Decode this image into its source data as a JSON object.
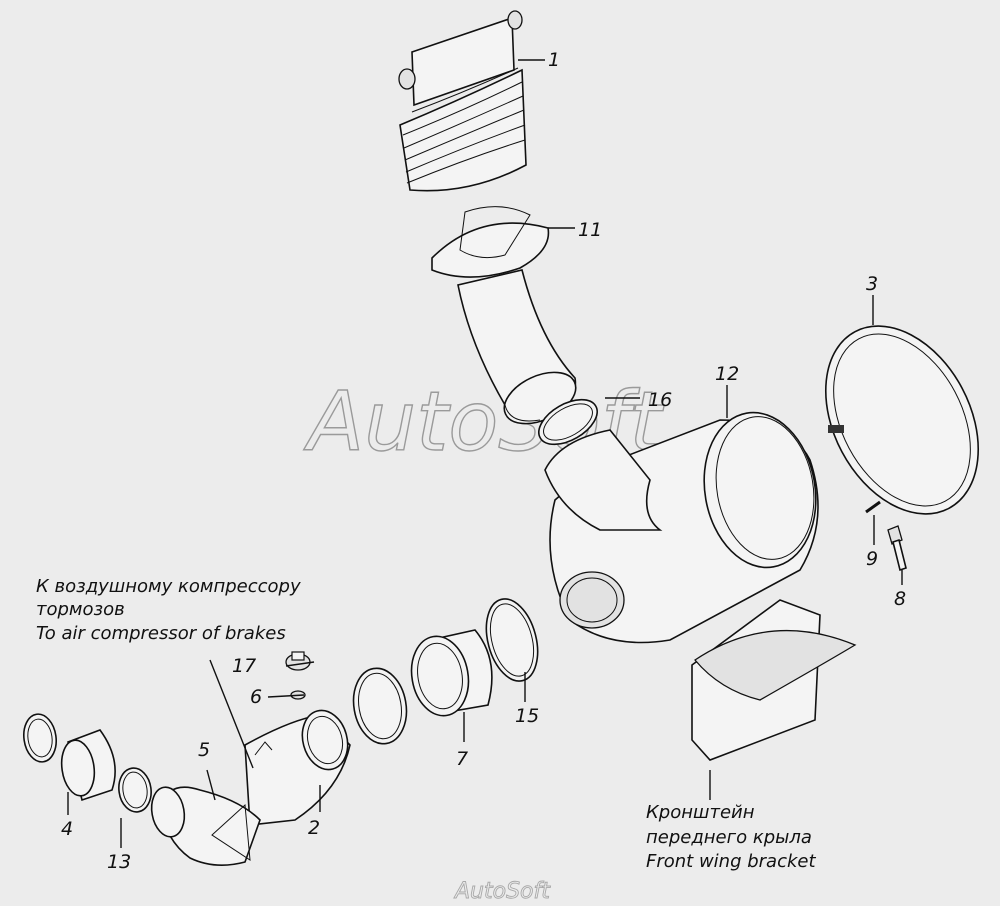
{
  "diagram": {
    "watermark": "AutoSoft",
    "watermark_small": "AutoSoft",
    "parts": [
      {
        "id": "1",
        "label": "1"
      },
      {
        "id": "2",
        "label": "2"
      },
      {
        "id": "3",
        "label": "3"
      },
      {
        "id": "4",
        "label": "4"
      },
      {
        "id": "5",
        "label": "5"
      },
      {
        "id": "6",
        "label": "6"
      },
      {
        "id": "7",
        "label": "7"
      },
      {
        "id": "8",
        "label": "8"
      },
      {
        "id": "9",
        "label": "9"
      },
      {
        "id": "11",
        "label": "11"
      },
      {
        "id": "12",
        "label": "12"
      },
      {
        "id": "13",
        "label": "13"
      },
      {
        "id": "15",
        "label": "15"
      },
      {
        "id": "16",
        "label": "16"
      },
      {
        "id": "17",
        "label": "17"
      }
    ],
    "notes": {
      "compressor": [
        "К воздушному компрессору",
        "тормозов",
        "To air compressor of brakes"
      ],
      "bracket": [
        "Кронштейн",
        "переднего крыла",
        "Front wing bracket"
      ]
    }
  }
}
